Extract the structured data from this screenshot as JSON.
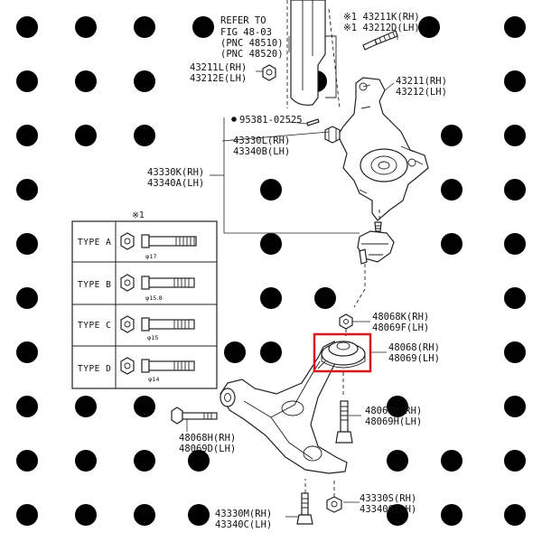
{
  "callouts": {
    "refer": [
      "REFER TO",
      "FIG 48-03",
      "(PNC 48510)",
      "(PNC 48520)"
    ],
    "bolt_top": [
      "※1 43211K(RH)",
      "※1 43212D(LH)"
    ],
    "nut_top": [
      "43211L(RH)",
      "43212E(LH)"
    ],
    "knuckle": [
      "43211(RH)",
      "43212(LH)"
    ],
    "pin": "95381-02525",
    "castle_nut": [
      "43330L(RH)",
      "43340B(LH)"
    ],
    "ball_joint": [
      "43330K(RH)",
      "43340A(LH)"
    ],
    "nut_mid": [
      "48068K(RH)",
      "48069F(LH)"
    ],
    "highlighted_part": [
      "48068(RH)",
      "48069(LH)"
    ],
    "bolt_right": [
      "48068M(RH)",
      "48069H(LH)"
    ],
    "bolt_left": [
      "48068H(RH)",
      "48069D(LH)"
    ],
    "nut_bottom_right": [
      "43330S(RH)",
      "43340G(LH)"
    ],
    "bolt_bottom": [
      "43330M(RH)",
      "43340C(LH)"
    ]
  },
  "type_table": {
    "note": "※1",
    "rows": [
      {
        "label": "TYPE A",
        "dim": "φ17"
      },
      {
        "label": "TYPE B",
        "dim": "φ15.8"
      },
      {
        "label": "TYPE C",
        "dim": "φ15"
      },
      {
        "label": "TYPE D",
        "dim": "φ14"
      }
    ]
  },
  "colors": {
    "highlight": "#d9151b",
    "line": "#222222",
    "watermark": "#e9e9e9"
  }
}
